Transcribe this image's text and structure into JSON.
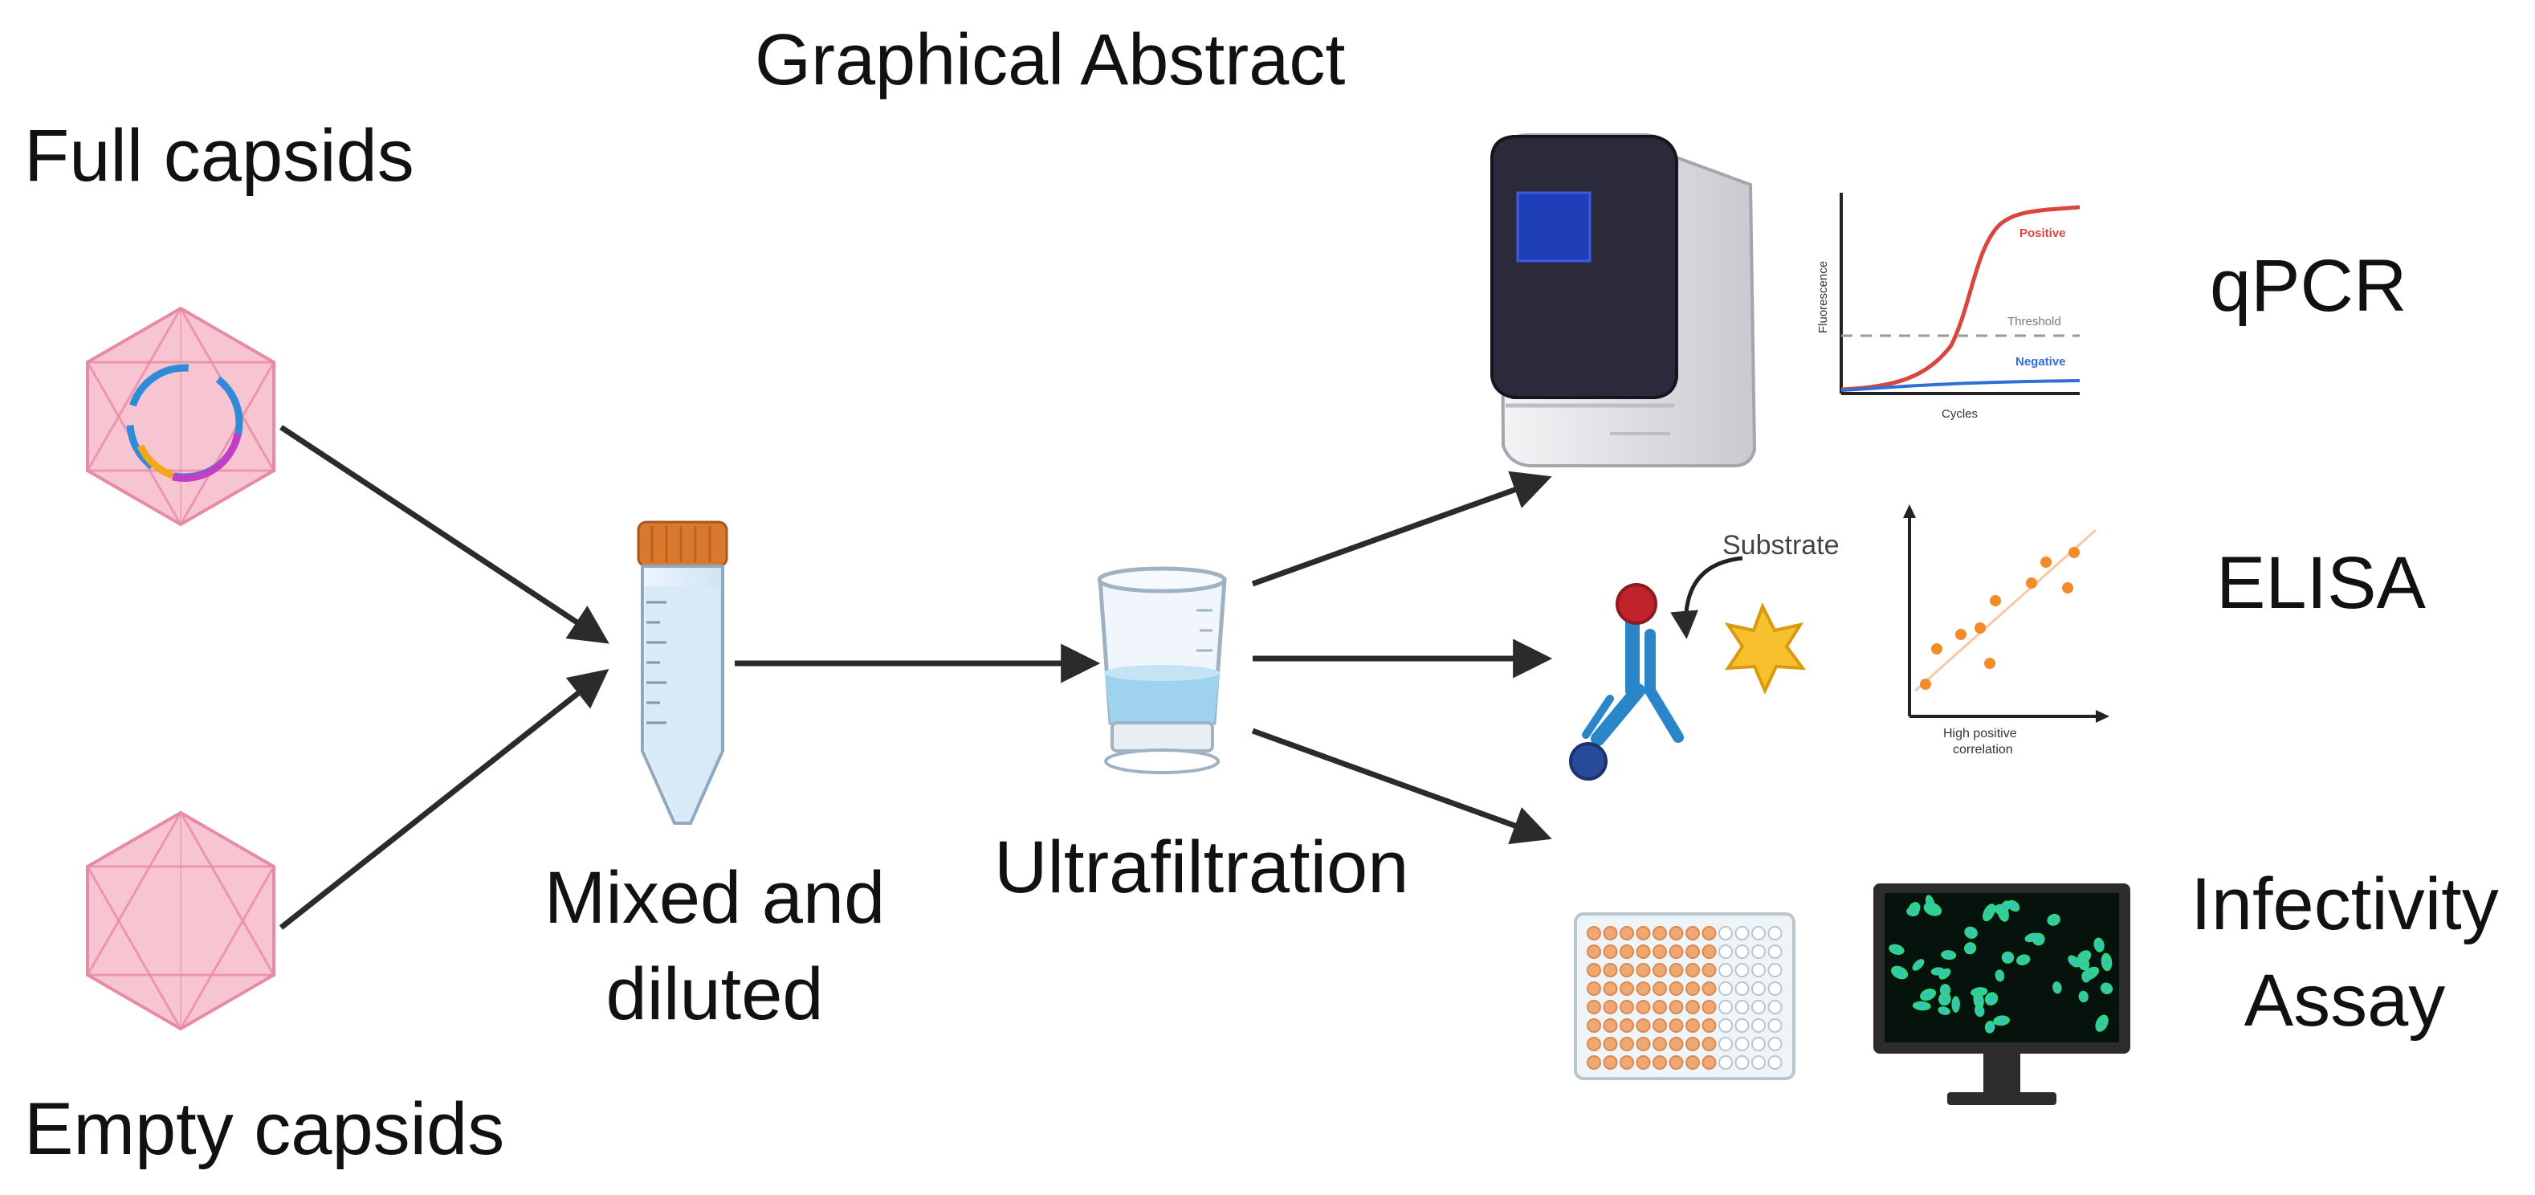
{
  "title": "Graphical Abstract",
  "inputs": {
    "full_capsids": "Full capsids",
    "empty_capsids": "Empty capsids"
  },
  "steps": {
    "mixed_line1": "Mixed and",
    "mixed_line2": "diluted",
    "ultrafiltration": "Ultrafiltration"
  },
  "assays": {
    "qpcr": "qPCR",
    "elisa": "ELISA",
    "infectivity_line1": "Infectivity",
    "infectivity_line2": "Assay"
  },
  "qpcr_plot": {
    "ylabel": "Fluorescence",
    "xlabel": "Cycles",
    "positive": "Positive",
    "threshold": "Threshold",
    "negative": "Negative"
  },
  "elisa_detail": {
    "substrate": "Substrate",
    "correlation_line1": "High positive",
    "correlation_line2": "correlation"
  },
  "colors": {
    "capsid": "#f3b9c8",
    "capsid_edge": "#e98aa4",
    "arrow": "#2b2b2b",
    "tube_cap": "#d9792e",
    "tube_liquid": "#d8eaf8",
    "qpcr_screen": "#1f3fb8",
    "positive_curve": "#d9463f",
    "negative_curve": "#2f6fd6",
    "scatter_points": "#f28c28",
    "antibody": "#2a86c9",
    "star": "#f6c12c",
    "cells": "#2fd38a"
  }
}
